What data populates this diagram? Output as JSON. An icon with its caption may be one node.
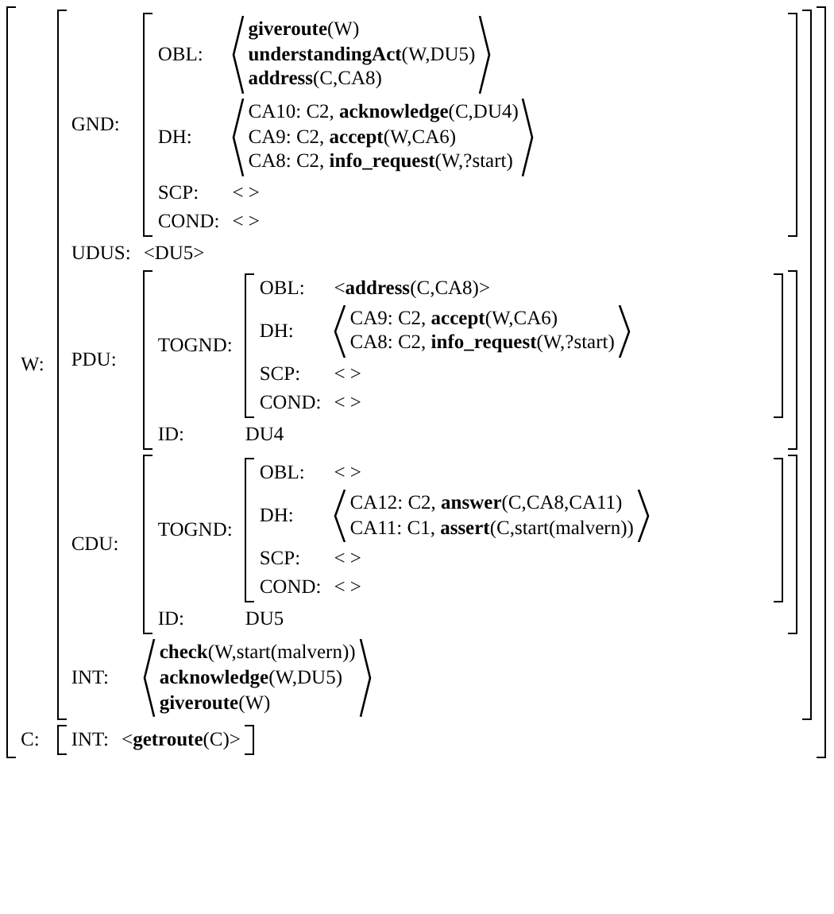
{
  "diagram": {
    "nodes": [
      {
        "text": [
          "W:",
          "C:"
        ]
      },
      {
        "text": [
          "GND:",
          "UDUS:",
          "<DU5>",
          "PDU:",
          "CDU:",
          "INT:",
          "**check**(W,start(malvern))",
          "**acknowledge**(W,DU5)",
          "**giveroute**(W)"
        ],
        "in": 0
      },
      {
        "text": [
          "OBL:",
          "**giveroute**(W)",
          "**understandingAct**(W,DU5)",
          "**address**(C,CA8)",
          "DH:",
          "CA10: C2, **acknowledge**(C,DU4)",
          "CA9: C2, **accept**(W,CA6)",
          "CA8: C2, **info_request**(W,?start)",
          "SCP:",
          "< >",
          "COND:",
          "< >"
        ],
        "in": 1
      },
      {
        "text": [
          "TOGND:",
          "ID:",
          "DU4"
        ],
        "in": 1
      },
      {
        "text": [
          "OBL:",
          "<**address**(C,CA8)>",
          "DH:",
          "CA9: C2, **accept**(W,CA6)",
          "CA8: C2, **info_request**(W,?start)",
          "SCP:",
          "< >",
          "COND:",
          "< >"
        ],
        "in": 3
      },
      {
        "text": [
          "TOGND:",
          "ID:",
          "DU5"
        ],
        "in": 1
      },
      {
        "text": [
          "OBL:",
          "< >",
          "DH:",
          "CA12: C2, **answer**(C,CA8,CA11)",
          "CA11: C1, **assert**(C,start(malvern))",
          "SCP:",
          "< >",
          "COND:",
          "< >"
        ],
        "in": 5
      },
      {
        "text": [
          "INT:",
          "<**getroute**(C)>"
        ],
        "in": 0
      }
    ]
  }
}
